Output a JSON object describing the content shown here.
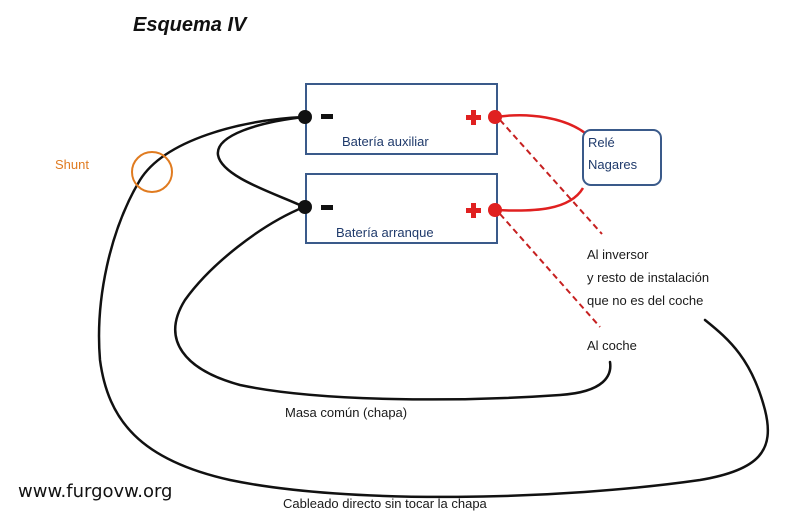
{
  "title": "Esquema IV",
  "shunt_label": "Shunt",
  "battery_aux_label": "Batería auxiliar",
  "battery_start_label": "Batería arranque",
  "relay_line1": "Relé",
  "relay_line2": "Nagares",
  "inverter_line1": "Al inversor",
  "inverter_line2": "y resto de instalación",
  "inverter_line3": "que no es del coche",
  "car_label": "Al coche",
  "ground_label": "Masa común (chapa)",
  "direct_wiring_label": "Cableado directo sin tocar la chapa",
  "watermark": "www.furgovw.org",
  "colors": {
    "wire_black": "#111111",
    "wire_red": "#e02020",
    "battery_border": "#3a5a8a",
    "relay_border": "#3a5a8a",
    "shunt": "#e07b20",
    "label_blue": "#1f3a6b"
  }
}
